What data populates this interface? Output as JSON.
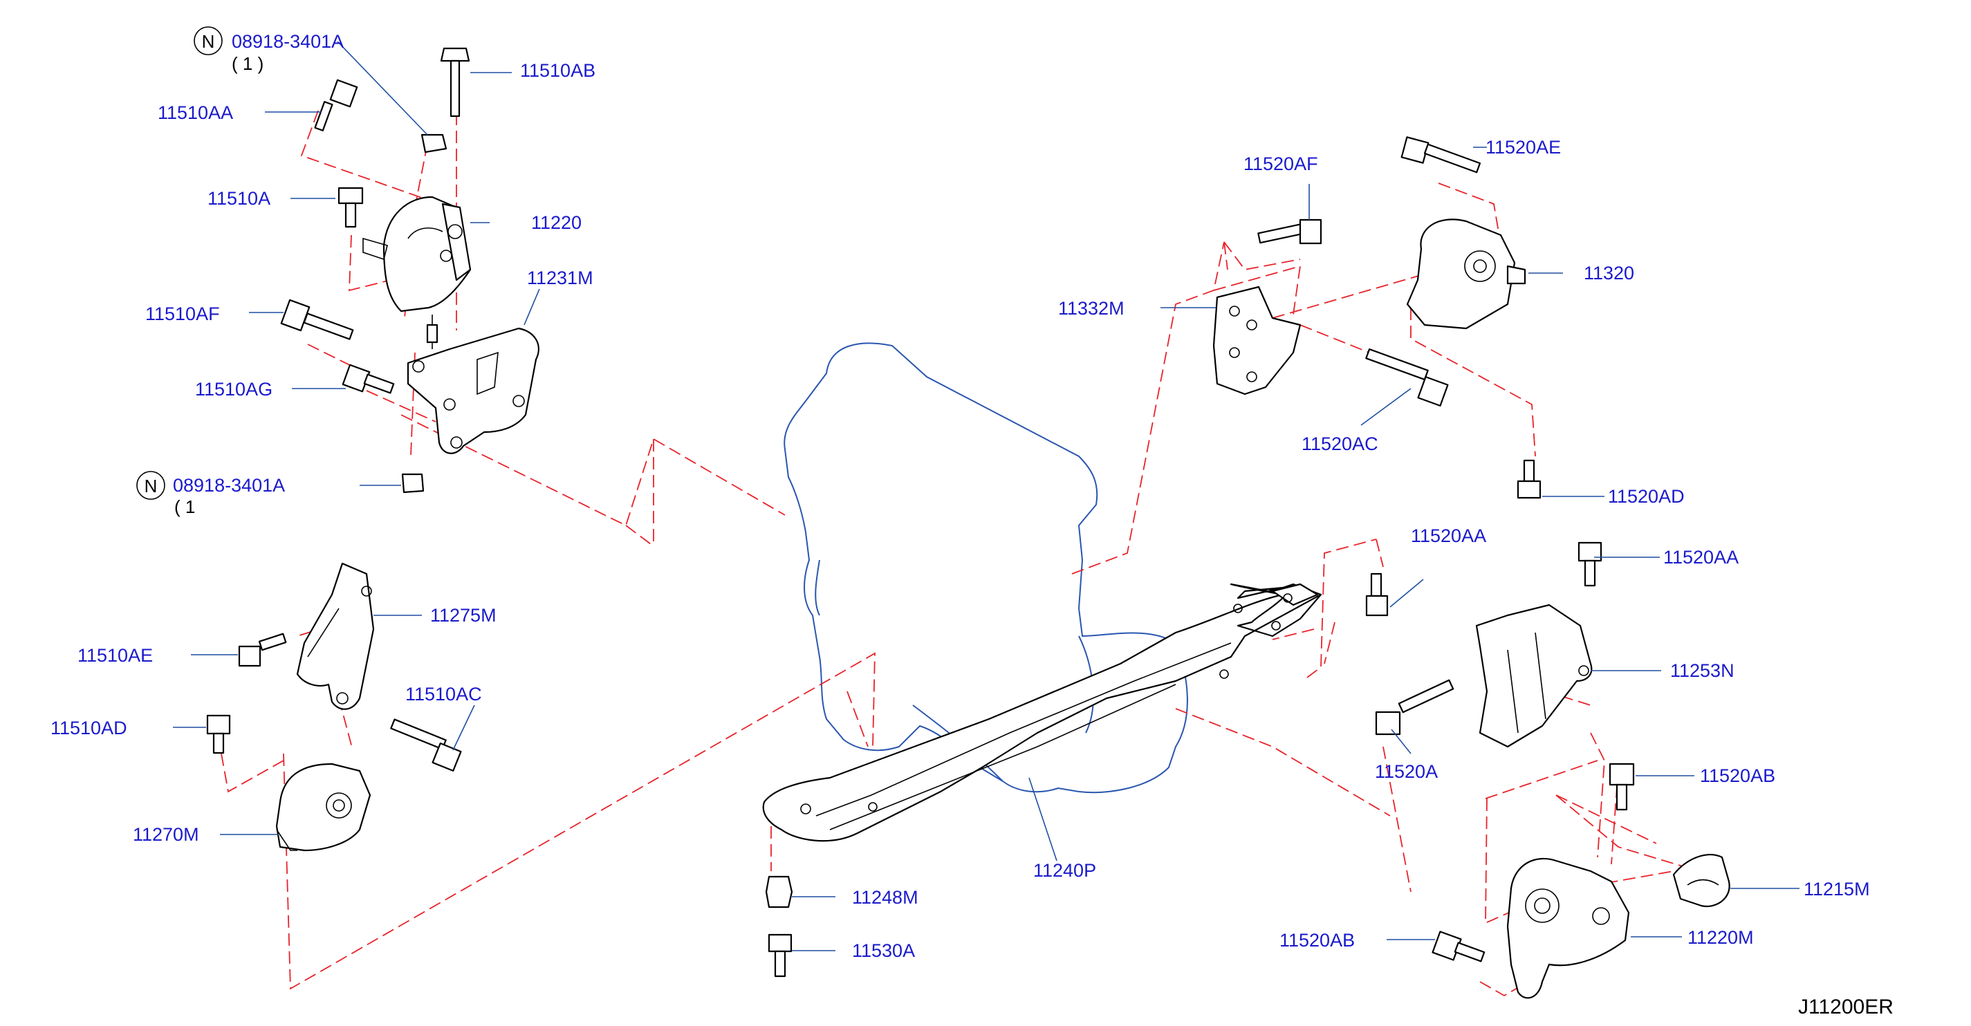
{
  "diagram_code": "J11200ER",
  "callouts": [
    {
      "id": "08918-3401A-top",
      "text": "08918-3401A",
      "prefix": "N",
      "qty": "( 1 )"
    },
    {
      "id": "11510AB",
      "text": "11510AB"
    },
    {
      "id": "11510AA",
      "text": "11510AA"
    },
    {
      "id": "11510A",
      "text": "11510A"
    },
    {
      "id": "11220",
      "text": "11220"
    },
    {
      "id": "11231M",
      "text": "11231M"
    },
    {
      "id": "11510AF",
      "text": "11510AF"
    },
    {
      "id": "11510AG",
      "text": "11510AG"
    },
    {
      "id": "08918-3401A-bottom",
      "text": "08918-3401A",
      "prefix": "N",
      "qty": "( 1"
    },
    {
      "id": "11275M",
      "text": "11275M"
    },
    {
      "id": "11510AE",
      "text": "11510AE"
    },
    {
      "id": "11510AC",
      "text": "11510AC"
    },
    {
      "id": "11510AD",
      "text": "11510AD"
    },
    {
      "id": "11270M",
      "text": "11270M"
    },
    {
      "id": "11520AF",
      "text": "11520AF"
    },
    {
      "id": "11520AE",
      "text": "11520AE"
    },
    {
      "id": "11320",
      "text": "11320"
    },
    {
      "id": "11332M",
      "text": "11332M"
    },
    {
      "id": "11520AC",
      "text": "11520AC"
    },
    {
      "id": "11520AD",
      "text": "11520AD"
    },
    {
      "id": "11520AA-left",
      "text": "11520AA"
    },
    {
      "id": "11520AA-right",
      "text": "11520AA"
    },
    {
      "id": "11253N",
      "text": "11253N"
    },
    {
      "id": "11520A",
      "text": "11520A"
    },
    {
      "id": "11520AB-top",
      "text": "11520AB"
    },
    {
      "id": "11215M",
      "text": "11215M"
    },
    {
      "id": "11248M",
      "text": "11248M"
    },
    {
      "id": "11530A",
      "text": "11530A"
    },
    {
      "id": "11240P",
      "text": "11240P"
    },
    {
      "id": "11520AB-bottom",
      "text": "11520AB"
    },
    {
      "id": "11220M",
      "text": "11220M"
    }
  ]
}
